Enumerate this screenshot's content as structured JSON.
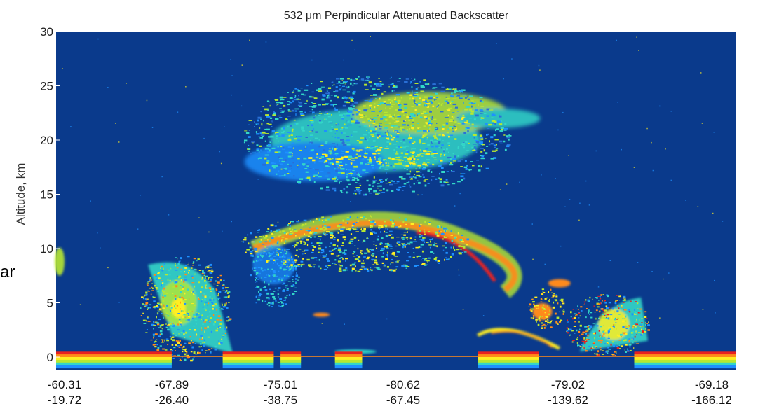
{
  "chart_data": {
    "type": "heatmap",
    "title": "532 μm Perpindicular Attenuated Backscatter",
    "ylabel": "Altitude, km",
    "ylim": [
      0,
      30
    ],
    "yticks": [
      0,
      5,
      10,
      15,
      20,
      25,
      30
    ],
    "xtick_rows": [
      [
        "-60.31",
        "-67.89",
        "-75.01",
        "-80.62",
        "-79.02",
        "-69.18"
      ],
      [
        "-19.72",
        "-26.40",
        "-38.75",
        "-67.45",
        "-139.62",
        "-166.12"
      ]
    ],
    "grid": false,
    "legend": "none",
    "colors": {
      "background": "#0a3a8c",
      "low": "#1e90ff",
      "mid_low": "#33d6c8",
      "mid": "#b8e830",
      "mid_high": "#ffee22",
      "high": "#ff8a1a",
      "peak": "#e82020"
    },
    "features": [
      {
        "label": "stratospheric cloud top layer",
        "x_fraction": [
          0.27,
          0.72
        ],
        "altitude_km": [
          16,
          27
        ],
        "intensity": "mid"
      },
      {
        "label": "arched cloud band",
        "x_fraction": [
          0.28,
          0.67
        ],
        "altitude_km": [
          5,
          13
        ],
        "intensity": "high"
      },
      {
        "label": "left convective column",
        "x_fraction": [
          0.12,
          0.25
        ],
        "altitude_km": [
          0,
          9
        ],
        "intensity": "mid"
      },
      {
        "label": "right convective cells",
        "x_fraction": [
          0.73,
          0.87
        ],
        "altitude_km": [
          0,
          6
        ],
        "intensity": "mid_high"
      },
      {
        "label": "surface return",
        "x_fraction": [
          0.0,
          1.0
        ],
        "altitude_km": [
          -1,
          0.5
        ],
        "intensity": "peak"
      }
    ]
  },
  "side_label": "ar"
}
